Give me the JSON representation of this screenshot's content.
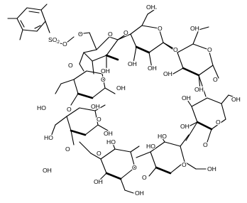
{
  "structure": {
    "oxygen": "O",
    "hydroxyl": "OH",
    "hydroxyl_left": "HO",
    "sulfonyl": "SO",
    "sulfonyl_sub": "2"
  }
}
